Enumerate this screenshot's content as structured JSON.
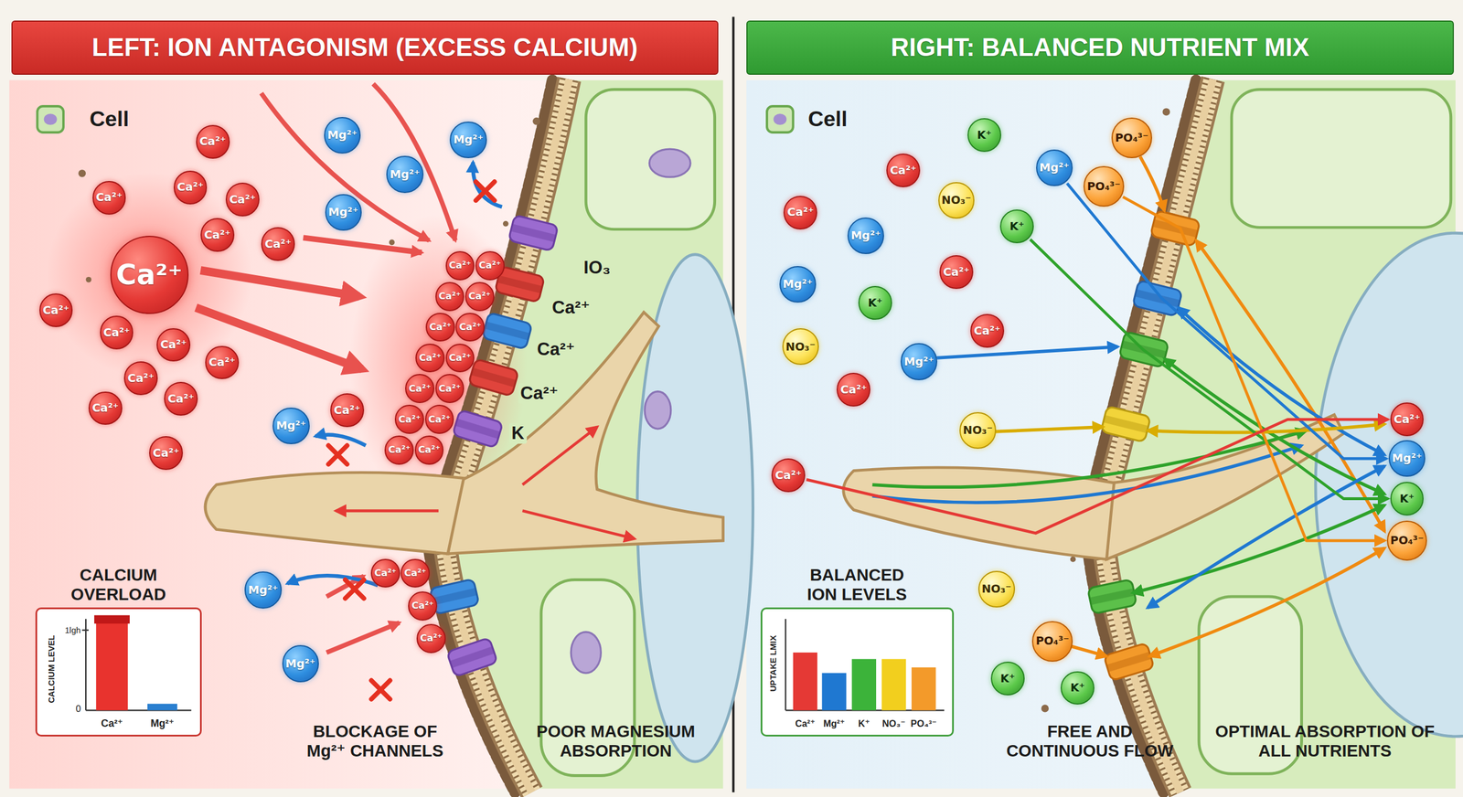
{
  "diagram": {
    "nodes": [
      {
        "text": [
          "LEFT: ION ANTAGONISM (EXCESS CALCIUM)"
        ]
      },
      {
        "text": [
          "RIGHT: BALANCED NUTRIENT MIX"
        ]
      },
      {
        "text": [
          "Ca²⁺"
        ]
      },
      {
        "text": [
          "Ca²⁺"
        ]
      },
      {
        "text": [
          "Ca²⁺"
        ]
      },
      {
        "text": [
          "Ca²⁺"
        ]
      },
      {
        "text": [
          "Ca²⁺"
        ]
      },
      {
        "text": [
          "Ca²⁺"
        ]
      },
      {
        "text": [
          "Ca²⁺"
        ]
      },
      {
        "text": [
          "Ca²⁺"
        ]
      },
      {
        "text": [
          "Ca²⁺"
        ]
      },
      {
        "text": [
          "Ca²⁺"
        ]
      },
      {
        "text": [
          "Ca²⁺"
        ]
      },
      {
        "text": [
          "Ca²⁺"
        ]
      },
      {
        "text": [
          "Ca²⁺"
        ]
      },
      {
        "text": [
          "Ca²⁺"
        ]
      },
      {
        "text": [
          "Ca²⁺"
        ]
      },
      {
        "text": [
          "Ca²⁺"
        ]
      },
      {
        "text": [
          "Mg²⁺"
        ]
      },
      {
        "text": [
          "Mg²⁺"
        ]
      },
      {
        "text": [
          "Mg²⁺"
        ]
      },
      {
        "text": [
          "Mg²⁺"
        ]
      },
      {
        "text": [
          "Mg²⁺"
        ]
      },
      {
        "text": [
          "Mg²⁺"
        ]
      },
      {
        "text": [
          "Mg²⁺"
        ]
      },
      {
        "text": [
          "Ca²⁺"
        ]
      },
      {
        "text": [
          "Ca²⁺"
        ]
      },
      {
        "text": [
          "Ca²⁺"
        ]
      },
      {
        "text": [
          "Ca²⁺"
        ]
      },
      {
        "text": [
          "Ca²⁺"
        ]
      },
      {
        "text": [
          "Ca²⁺"
        ]
      },
      {
        "text": [
          "Ca²⁺"
        ]
      },
      {
        "text": [
          "Ca²⁺"
        ]
      },
      {
        "text": [
          "Ca²⁺"
        ]
      },
      {
        "text": [
          "Ca²⁺"
        ]
      },
      {
        "text": [
          "Ca²⁺"
        ]
      },
      {
        "text": [
          "Ca²⁺"
        ]
      },
      {
        "text": [
          "Ca²⁺"
        ]
      },
      {
        "text": [
          "Ca²⁺"
        ]
      },
      {
        "text": [
          "Ca²⁺"
        ]
      },
      {
        "text": [
          "Ca²⁺"
        ]
      },
      {
        "text": [
          "Ca²⁺"
        ]
      },
      {
        "text": [
          "Ca²⁺"
        ]
      },
      {
        "text": [
          "CALCIUM OVERLOAD"
        ]
      },
      {
        "text": [
          "K⁺"
        ]
      },
      {
        "text": [
          "PO₄³⁻"
        ]
      },
      {
        "text": [
          "Ca²⁺"
        ]
      },
      {
        "text": [
          "Mg²⁺"
        ]
      },
      {
        "text": [
          "PO₄³⁻"
        ]
      },
      {
        "text": [
          "NO₃⁻"
        ]
      },
      {
        "text": [
          "Ca²⁺"
        ]
      },
      {
        "text": [
          "Mg²⁺"
        ]
      },
      {
        "text": [
          "K⁺"
        ]
      },
      {
        "text": [
          "Ca²⁺"
        ]
      },
      {
        "text": [
          "Mg²⁺"
        ]
      },
      {
        "text": [
          "K⁺"
        ]
      },
      {
        "text": [
          "Ca²⁺"
        ]
      },
      {
        "text": [
          "NO₃⁻"
        ]
      },
      {
        "text": [
          "Mg²⁺"
        ]
      },
      {
        "text": [
          "Ca²⁺"
        ]
      },
      {
        "text": [
          "NO₃⁻"
        ]
      },
      {
        "text": [
          "Ca²⁺"
        ]
      },
      {
        "text": [
          "NO₃⁻"
        ]
      },
      {
        "text": [
          "PO₄³⁻"
        ]
      },
      {
        "text": [
          "K⁺"
        ]
      },
      {
        "text": [
          "K⁺"
        ]
      },
      {
        "text": [
          "Ca²⁺"
        ]
      },
      {
        "text": [
          "Mg²⁺"
        ]
      },
      {
        "text": [
          "K⁺"
        ]
      },
      {
        "text": [
          "PO₄³⁻"
        ]
      },
      {
        "text": [
          "BALANCED ION LEVELS"
        ]
      }
    ],
    "edges": [
      {
        "from": 52,
        "to": 68,
        "arrow": "to"
      },
      {
        "from": 47,
        "to": 67,
        "arrow": "to"
      },
      {
        "from": 48,
        "to": 69,
        "arrow": "to"
      },
      {
        "from": 61,
        "to": 66,
        "arrow": "to"
      }
    ],
    "labels": [
      "Cell",
      "IO₃",
      "Ca²⁺",
      "Ca²⁺",
      "Ca²⁺",
      "K",
      "CALCIUM LEVEL",
      "1lgh",
      "0",
      "Ca²⁺",
      "Mg²⁺",
      "BLOCKAGE OF Mg²⁺ CHANNELS",
      "POOR MAGNESIUM ABSORPTION",
      "Cell",
      "UPTAKE LMIX",
      "Ca²⁺",
      "Mg²⁺",
      "K⁺",
      "NO₃⁻",
      "PO₄³⁻",
      "FREE AND CONTINUOUS FLOW",
      "OPTIMAL ABSORPTION OF ALL NUTRIENTS"
    ]
  }
}
